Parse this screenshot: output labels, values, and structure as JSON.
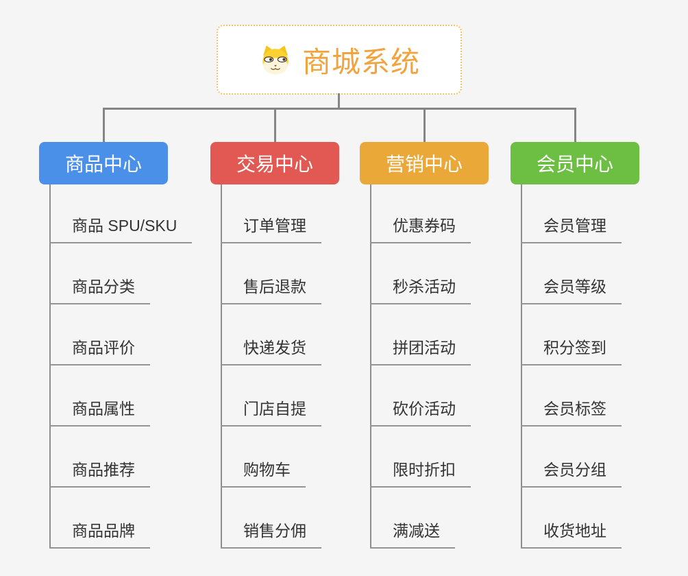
{
  "root": {
    "title": "商城系统",
    "icon": "shiba-dog-icon"
  },
  "colors": {
    "background": "#f5f5f5",
    "connector": "#858585",
    "root_border": "#f4c36c",
    "root_title": "#f1a43d",
    "leaf_text": "#333333",
    "leaf_line": "#949494"
  },
  "columns": [
    {
      "label": "商品中心",
      "color": "#4b90e8",
      "items": [
        "商品 SPU/SKU",
        "商品分类",
        "商品评价",
        "商品属性",
        "商品推荐",
        "商品品牌"
      ]
    },
    {
      "label": "交易中心",
      "color": "#e25853",
      "items": [
        "订单管理",
        "售后退款",
        "快递发货",
        "门店自提",
        "购物车",
        "销售分佣"
      ]
    },
    {
      "label": "营销中心",
      "color": "#eaa838",
      "items": [
        "优惠券码",
        "秒杀活动",
        "拼团活动",
        "砍价活动",
        "限时折扣",
        "满减送"
      ]
    },
    {
      "label": "会员中心",
      "color": "#6dbf44",
      "items": [
        "会员管理",
        "会员等级",
        "积分签到",
        "会员标签",
        "会员分组",
        "收货地址"
      ]
    }
  ]
}
